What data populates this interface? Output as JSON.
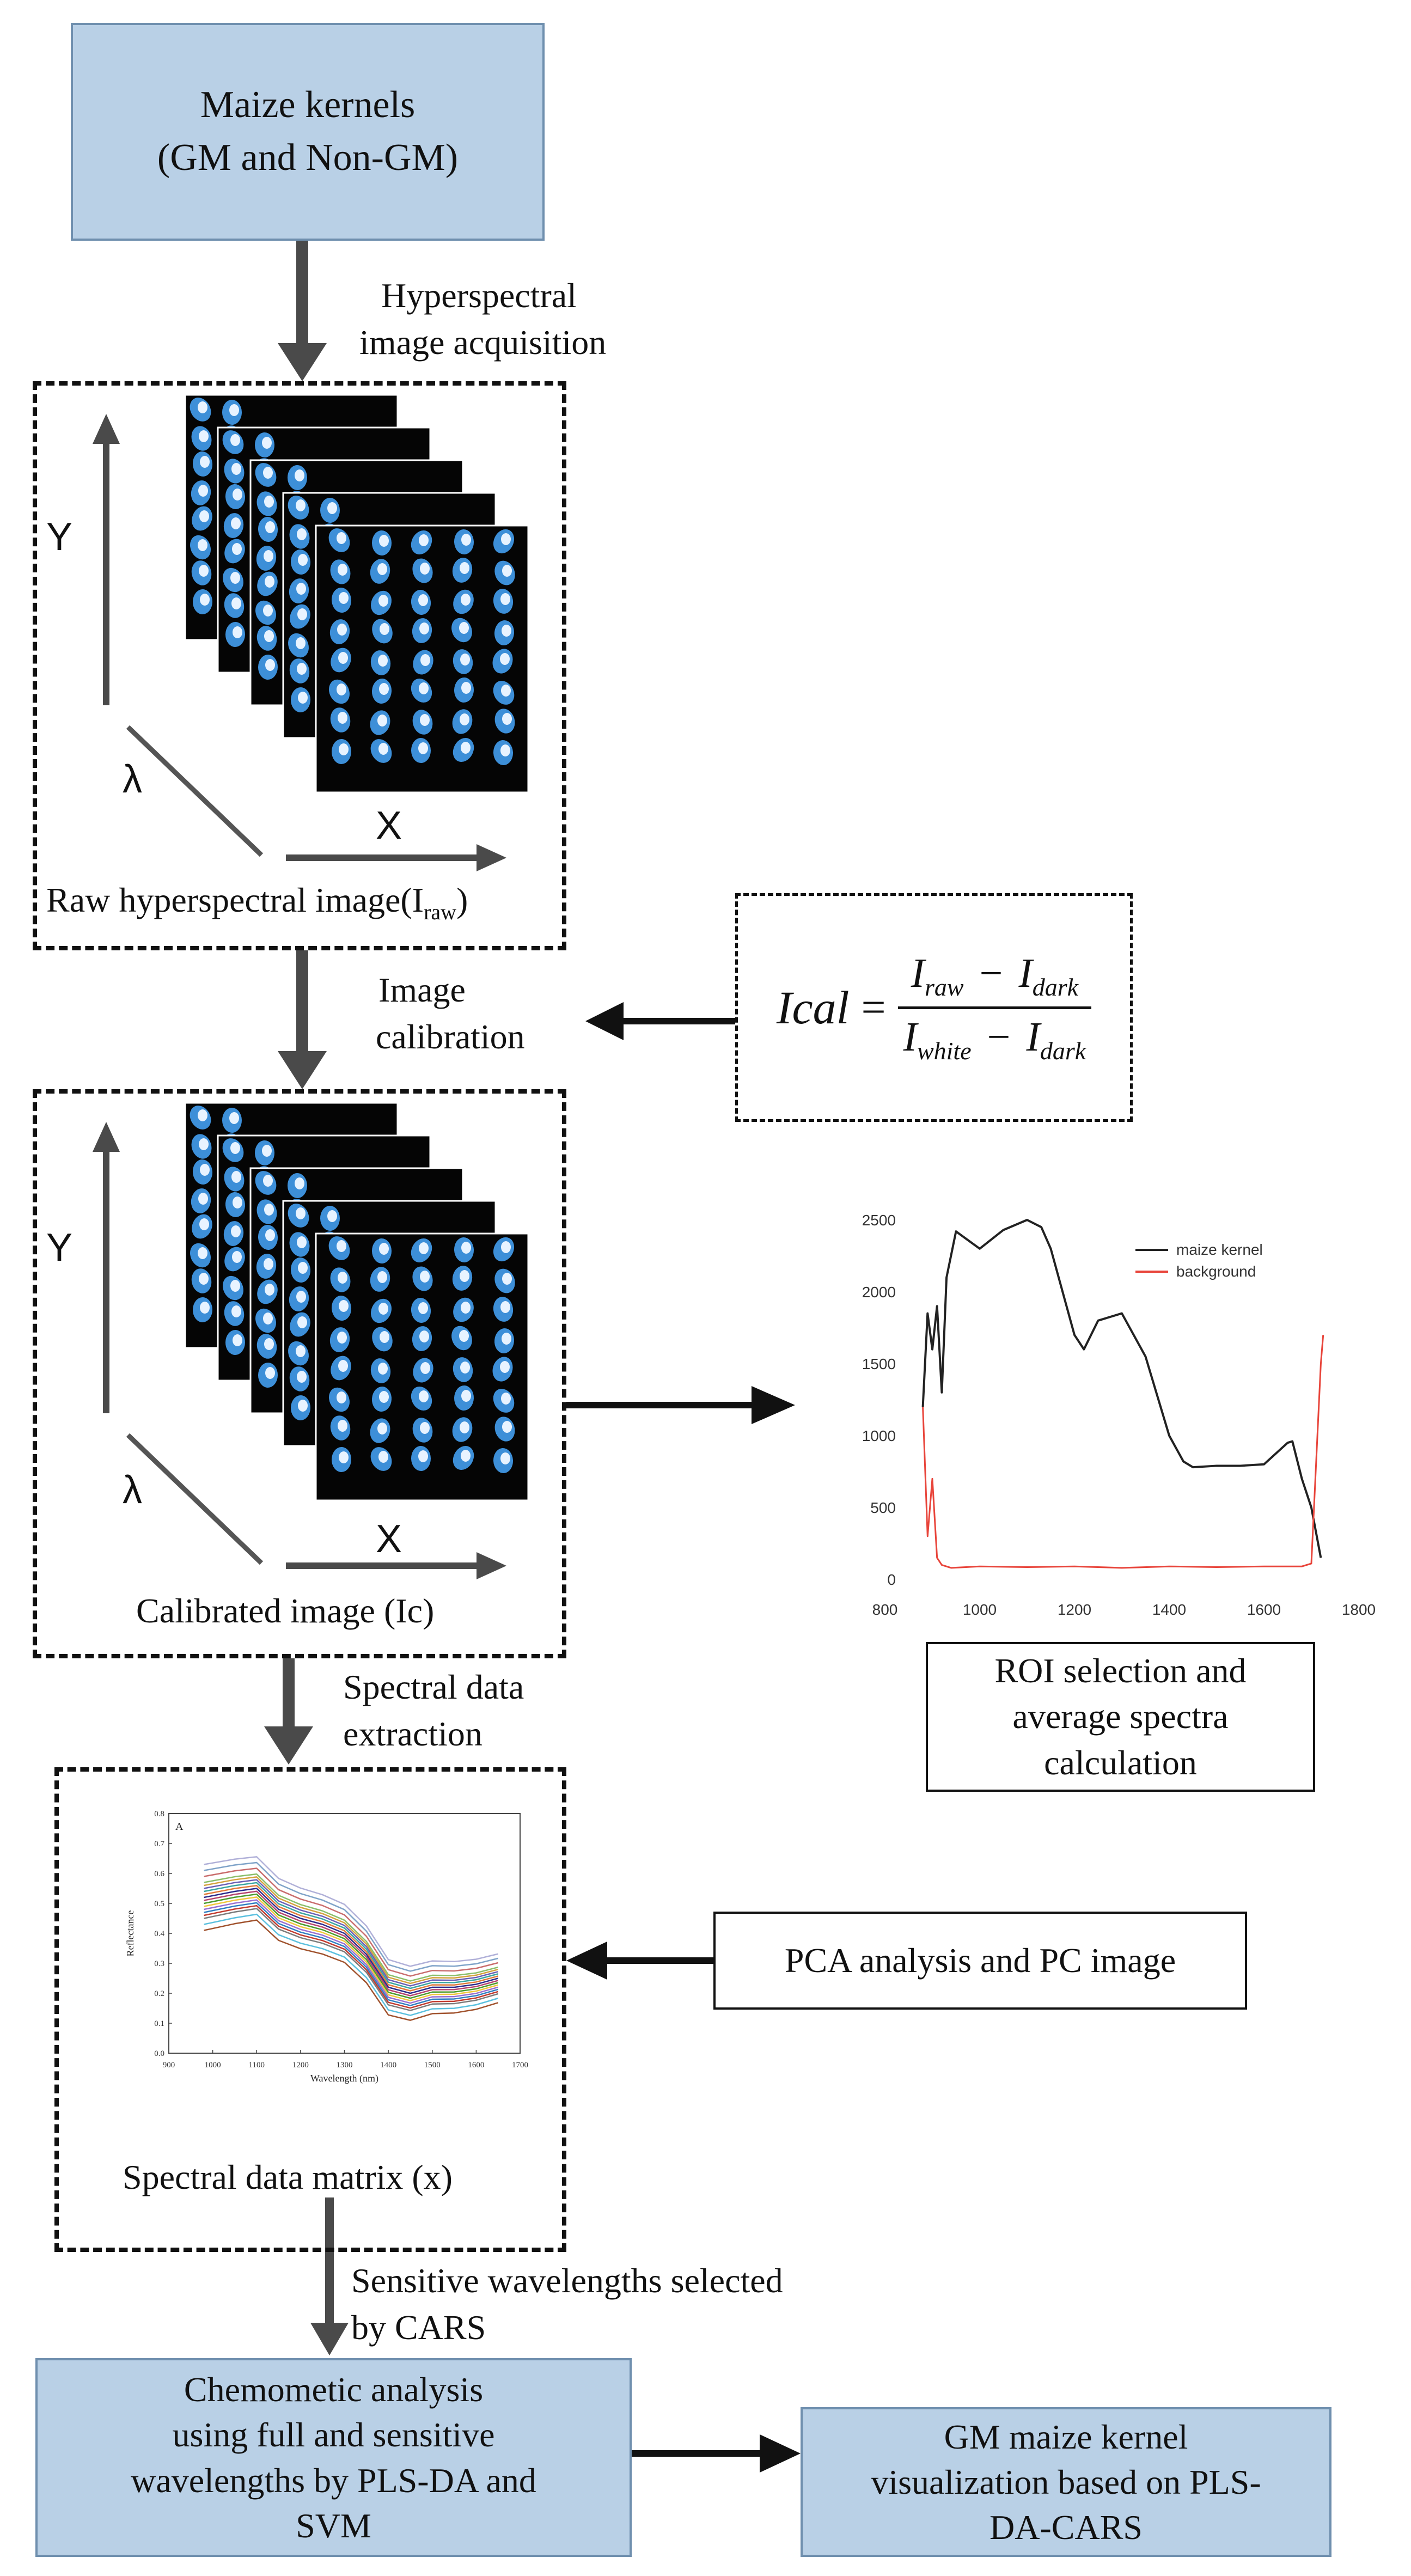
{
  "steps": {
    "start": {
      "line1": "Maize kernels",
      "line2": "(GM and Non-GM)"
    },
    "acquisition": {
      "line1": "Hyperspectral",
      "line2": "image acquisition"
    },
    "raw_image": {
      "label": "Raw hyperspectral image(I",
      "sub": "raw",
      "close": ")"
    },
    "calibration": {
      "line1": "Image",
      "line2": "calibration"
    },
    "calibrated_image": {
      "label": "Calibrated image (Ic)"
    },
    "extraction": {
      "line1": "Spectral data",
      "line2": "extraction"
    },
    "data_matrix": {
      "label": "Spectral data matrix (x)"
    },
    "cars": {
      "line1": "Sensitive wavelengths selected",
      "line2": "by CARS"
    },
    "chemometric": {
      "line1": "Chemometic analysis",
      "line2": "using full and sensitive",
      "line3": "wavelengths by PLS-DA and",
      "line4": "SVM"
    },
    "visualization": {
      "line1": "GM maize kernel",
      "line2": "visualization based on PLS-",
      "line3": "DA-CARS"
    },
    "roi": {
      "line1": "ROI selection and",
      "line2": "average spectra",
      "line3": "calculation"
    },
    "pca": {
      "label": "PCA analysis and PC image"
    }
  },
  "axes": {
    "y": "Y",
    "x": "X",
    "lambda": "λ"
  },
  "formula": {
    "lhs": "Ical",
    "eq": "=",
    "num_a": "I",
    "num_a_sub": "raw",
    "minus": "−",
    "num_b": "I",
    "num_b_sub": "dark",
    "den_a": "I",
    "den_a_sub": "white",
    "den_b": "I",
    "den_b_sub": "dark"
  },
  "colors": {
    "step_fill": "#b9d0e6",
    "step_border": "#6f8fae",
    "spectrum_maize": "#222222",
    "spectrum_background": "#e8443a",
    "kernel_blue": "#3d8fd8"
  },
  "chart_data": [
    {
      "type": "line",
      "series": [
        {
          "name": "maize kernel",
          "x": [
            880,
            890,
            900,
            910,
            920,
            930,
            950,
            1000,
            1050,
            1100,
            1130,
            1150,
            1200,
            1220,
            1250,
            1300,
            1350,
            1400,
            1430,
            1450,
            1500,
            1550,
            1600,
            1650,
            1660,
            1680,
            1700,
            1720
          ],
          "y": [
            1200,
            1850,
            1600,
            1900,
            1300,
            2100,
            2420,
            2300,
            2430,
            2500,
            2450,
            2300,
            1700,
            1600,
            1800,
            1850,
            1550,
            1000,
            820,
            780,
            790,
            790,
            800,
            950,
            960,
            700,
            500,
            150
          ]
        },
        {
          "name": "background",
          "x": [
            880,
            890,
            900,
            910,
            920,
            940,
            1000,
            1100,
            1200,
            1300,
            1400,
            1500,
            1600,
            1680,
            1700,
            1720,
            1725
          ],
          "y": [
            1200,
            300,
            700,
            150,
            100,
            80,
            90,
            85,
            90,
            80,
            90,
            85,
            90,
            90,
            110,
            1500,
            1700
          ]
        }
      ],
      "x_ticks": [
        "800",
        "1000",
        "1200",
        "1400",
        "1600",
        "1800"
      ],
      "y_ticks": [
        "0",
        "500",
        "1000",
        "1500",
        "2000",
        "2500"
      ],
      "xlim": [
        800,
        1800
      ],
      "ylim": [
        0,
        2500
      ],
      "legend_position": "top-right"
    },
    {
      "type": "line",
      "title": "A",
      "xlabel": "Wavelength (nm)",
      "ylabel": "Reflectance",
      "x_ticks": [
        "900",
        "1000",
        "1100",
        "1200",
        "1300",
        "1400",
        "1500",
        "1600",
        "1700"
      ],
      "y_ticks": [
        "0.0",
        "0.1",
        "0.2",
        "0.3",
        "0.4",
        "0.5",
        "0.6",
        "0.7",
        "0.8"
      ],
      "xlim": [
        900,
        1700
      ],
      "ylim": [
        0,
        0.8
      ],
      "x": [
        980,
        1050,
        1100,
        1150,
        1200,
        1250,
        1300,
        1350,
        1400,
        1450,
        1500,
        1550,
        1600,
        1650
      ],
      "base_profile": [
        0.52,
        0.54,
        0.55,
        0.48,
        0.45,
        0.43,
        0.4,
        0.33,
        0.22,
        0.2,
        0.22,
        0.22,
        0.23,
        0.25
      ],
      "series_offsets": [
        0.09,
        0.07,
        0.05,
        0.04,
        0.03,
        0.02,
        0.01,
        0.0,
        -0.01,
        -0.02,
        -0.03,
        -0.04,
        -0.05,
        -0.06,
        -0.07,
        -0.09,
        -0.11,
        0.11
      ],
      "series_colors": [
        "#7fa3c8",
        "#c96d6d",
        "#8bbf6a",
        "#d4a23d",
        "#6a5fb5",
        "#3aa6a0",
        "#e07a3a",
        "#2c2c8c",
        "#b5446e",
        "#4c9c2e",
        "#f0c63c",
        "#9a6fd0",
        "#2f7fc1",
        "#c23b2f",
        "#7c7c7c",
        "#5bc0de",
        "#a0522d",
        "#b0b0d8"
      ]
    }
  ]
}
